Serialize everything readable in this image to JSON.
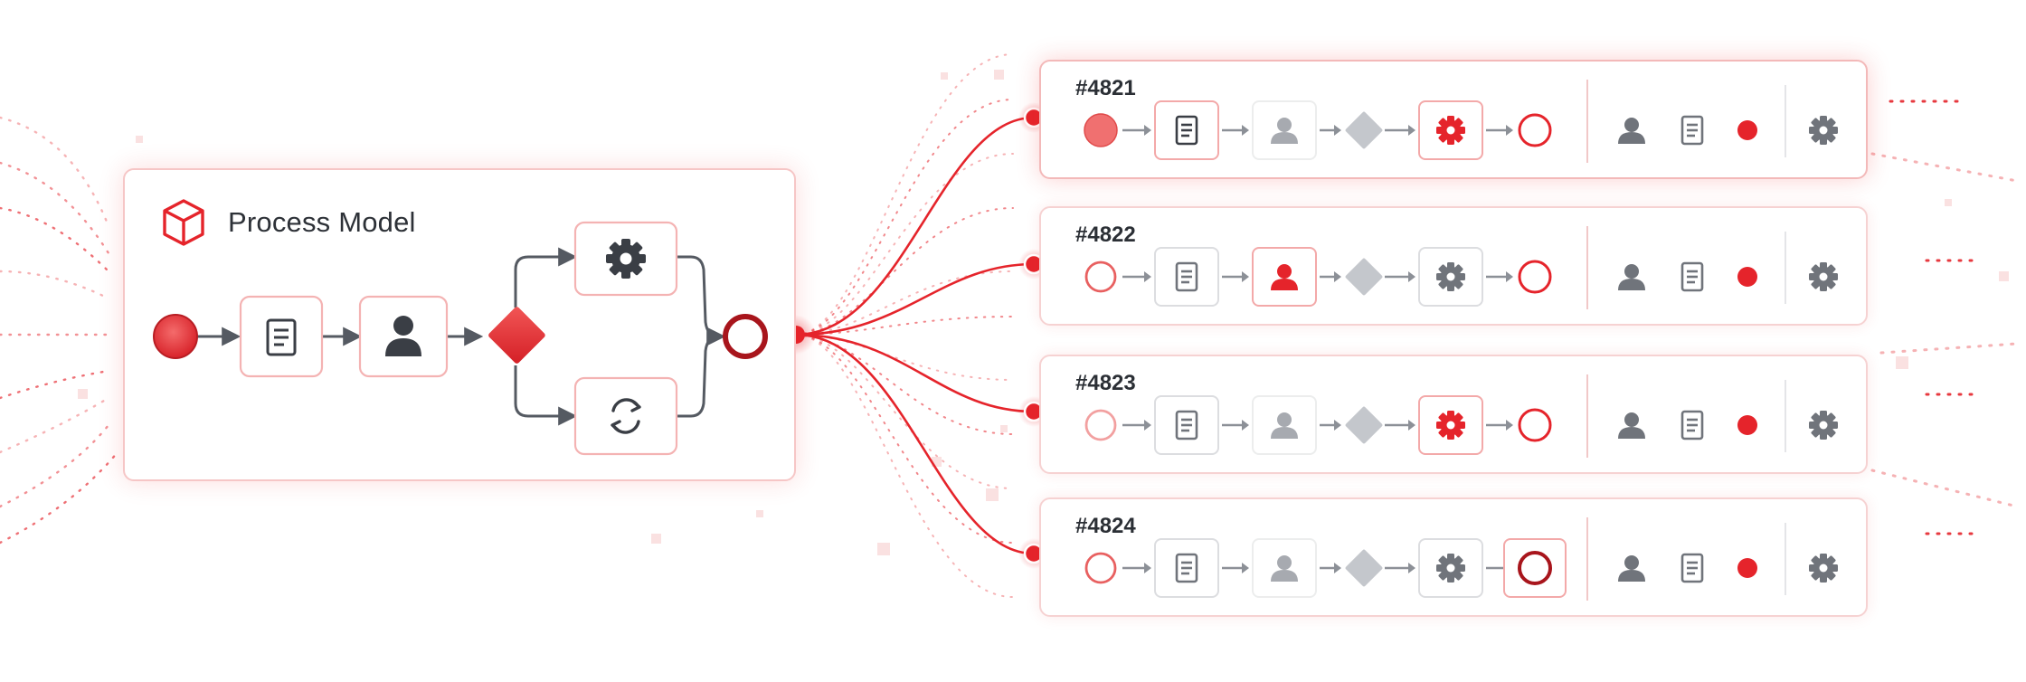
{
  "model": {
    "title": "Process Model",
    "icon": "cube-icon",
    "steps": [
      "start-event-icon",
      "document-icon",
      "user-task-icon",
      "gateway-diamond-icon",
      "gear-icon",
      "refresh-icon",
      "end-event-icon"
    ]
  },
  "colors": {
    "accent": "#e5242b",
    "accent_light": "#f07070",
    "border_soft": "#f6c6c6",
    "text_dark": "#2d3137",
    "grey": "#8c9097",
    "grey_light": "#c4c7cc"
  },
  "instances": [
    {
      "id": "#4821",
      "state": "active",
      "highlight_step": "gear"
    },
    {
      "id": "#4822",
      "state": "normal",
      "highlight_step": "user"
    },
    {
      "id": "#4823",
      "state": "normal",
      "highlight_step": "gear"
    },
    {
      "id": "#4824",
      "state": "normal",
      "highlight_step": "end"
    }
  ],
  "status_icons": [
    "user-icon",
    "document-icon",
    "status-dot-icon",
    "settings-icon"
  ]
}
